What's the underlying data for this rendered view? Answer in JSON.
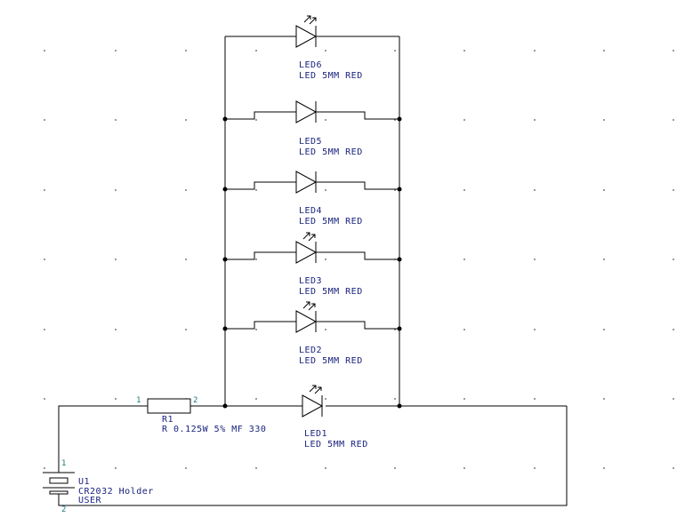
{
  "leds": [
    {
      "ref": "LED6",
      "value": "LED 5MM RED"
    },
    {
      "ref": "LED5",
      "value": "LED 5MM RED"
    },
    {
      "ref": "LED4",
      "value": "LED 5MM RED"
    },
    {
      "ref": "LED3",
      "value": "LED 5MM RED"
    },
    {
      "ref": "LED2",
      "value": "LED 5MM RED"
    },
    {
      "ref": "LED1",
      "value": "LED 5MM RED"
    }
  ],
  "resistor": {
    "ref": "R1",
    "value": "R 0.125W 5% MF 330",
    "pin1": "1",
    "pin2": "2"
  },
  "battery": {
    "ref": "U1",
    "value": "CR2032 Holder",
    "extra": "USER",
    "pin1": "1",
    "pin2": "2"
  },
  "colors": {
    "wire": "#000000",
    "label": "#1a237e",
    "pin_number": "#1f7a7a"
  }
}
